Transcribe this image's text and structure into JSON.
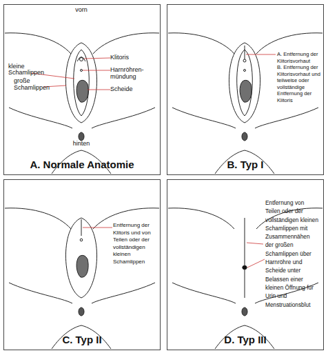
{
  "diagram": {
    "nodes": [
      {
        "text": [
          "A. Normale Anatomie"
        ]
      },
      {
        "text": [
          "B. Typ I"
        ]
      },
      {
        "text": [
          "C. Typ II"
        ]
      },
      {
        "text": [
          "D. Typ III"
        ]
      }
    ],
    "labels": [
      "vorn",
      "Klitoris",
      "kleine Schamlippen",
      "Harnröhren- mündung",
      "große Schamlippen",
      "Scheide",
      "hinten",
      "A. Entfernung der Klitorisvorhaut",
      "B. Entfernung der Klitorisvorhaut und teilweise oder vollständige Entfernung der Klitoris",
      "Entfernung der Klitoris und von Teilen oder der vollständigen kleinen Schamlippen",
      "Entfernung von Teilen oder der vollständigen kleinen Schamlippen mit Zusammennähen der großen Schamlippen über Harnröhre und Scheide unter Belassen einer kleinen Öffnung für Urin und Menstruationsblut"
    ]
  }
}
